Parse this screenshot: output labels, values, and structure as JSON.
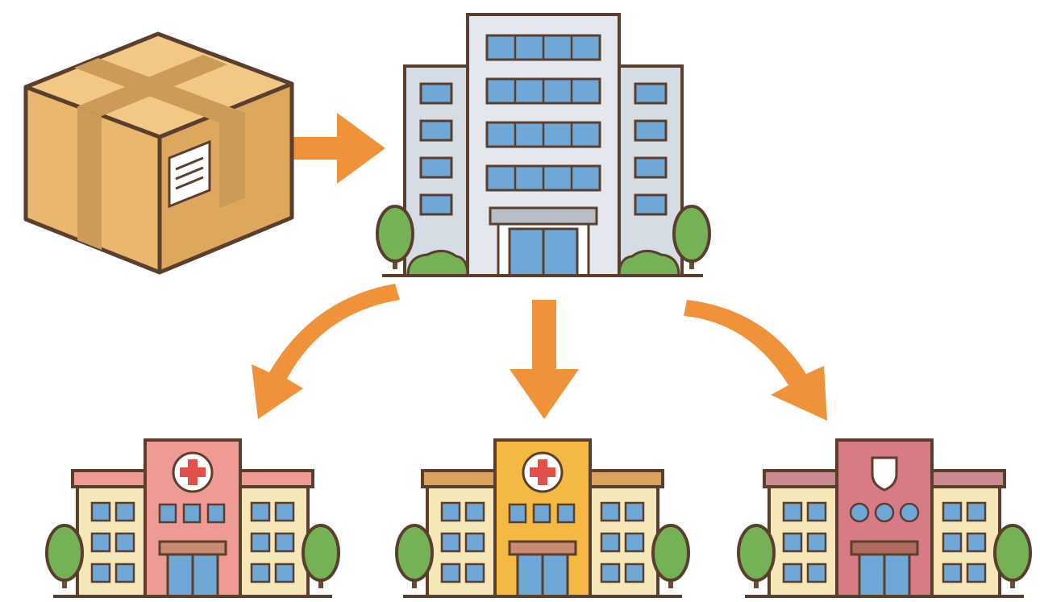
{
  "diagram": {
    "nodes": [
      {
        "id": "package",
        "icon": "cardboard-box-icon"
      },
      {
        "id": "central",
        "icon": "office-building-icon"
      },
      {
        "id": "hospital-1",
        "icon": "hospital-red-cross-icon"
      },
      {
        "id": "hospital-2",
        "icon": "hospital-red-cross-icon"
      },
      {
        "id": "facility-3",
        "icon": "clinic-shield-icon"
      }
    ],
    "edges": [
      {
        "from": "package",
        "to": "central"
      },
      {
        "from": "central",
        "to": "hospital-1"
      },
      {
        "from": "central",
        "to": "hospital-2"
      },
      {
        "from": "central",
        "to": "facility-3"
      }
    ]
  },
  "colors": {
    "arrow": "#F0923A",
    "outline": "#5A3F2E",
    "box": "#E9B86E",
    "box_tape": "#CC9B57",
    "office": "#DCE1E8",
    "window": "#6FA7D6",
    "tree": "#74B255",
    "hospital1": "#EE9A95",
    "hospital2": "#F4B942",
    "facility3": "#D77C87",
    "wing": "#F6E7B8"
  }
}
